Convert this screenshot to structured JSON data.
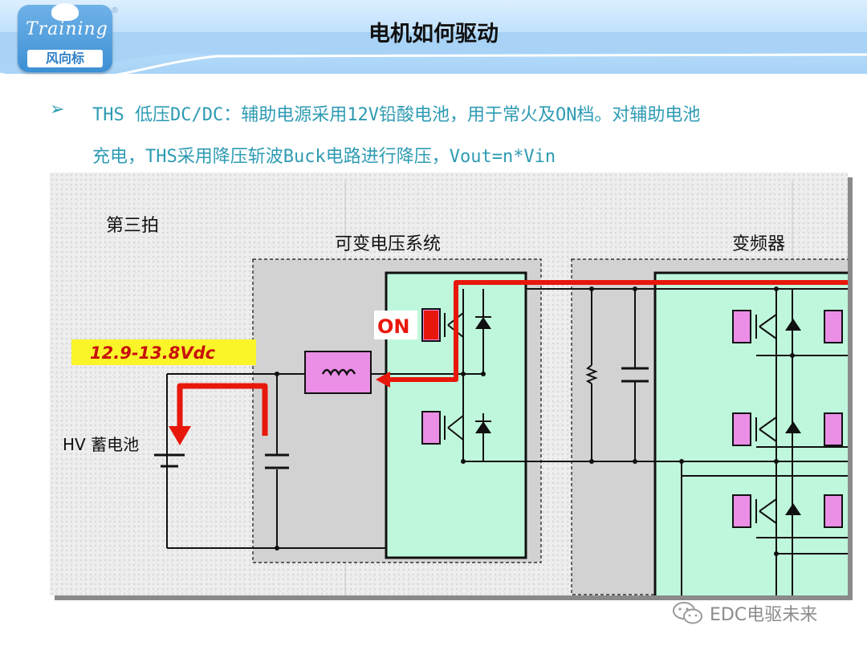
{
  "slide": {
    "title": "电机如何驱动",
    "logo": {
      "script_text": "Training",
      "cn_text": "风向标",
      "reg_mark": "®"
    },
    "bullet": {
      "marker": "➢",
      "line1": "THS 低压DC/DC：辅助电源采用12V铅酸电池，用于常火及ON档。对辅助电池",
      "line2": "充电，THS采用降压斩波Buck电路进行降压，Vout=n*Vin"
    }
  },
  "diagram": {
    "stage_label": "第三拍",
    "vvc_label": "可变电压系统",
    "inverter_label": "变频器",
    "voltage_label": "12.9-13.8Vdc",
    "battery_label": "HV 蓄电池",
    "on_label": "ON",
    "colors": {
      "current_path": "#e8170b",
      "igbt_fill": "#ea8ee6",
      "module_fill": "#bff7dc",
      "voltage_bg": "#f9f528",
      "voltage_text": "#c8100c"
    }
  },
  "watermark": {
    "text": "EDC电驱未来",
    "icon": "wechat-icon"
  }
}
